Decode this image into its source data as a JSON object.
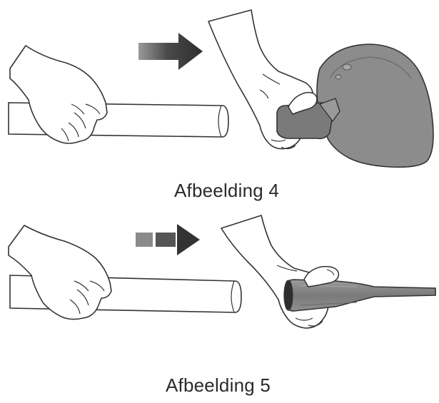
{
  "figures": [
    {
      "caption": "Afbeelding 4",
      "attachment": "floor-brush"
    },
    {
      "caption": "Afbeelding 5",
      "attachment": "crevice-nozzle"
    }
  ],
  "colors": {
    "line": "#333333",
    "arrow": "#3a3a3a",
    "arrow_light": "#8a8a8a",
    "attachment_fill": "#8c8c8c",
    "attachment_dark": "#6e6e6e",
    "skin": "#ffffff",
    "tube": "#ffffff"
  },
  "icons": [
    "arrow-right-icon",
    "hand-icon",
    "tube-icon",
    "floor-brush-icon",
    "crevice-nozzle-icon"
  ]
}
